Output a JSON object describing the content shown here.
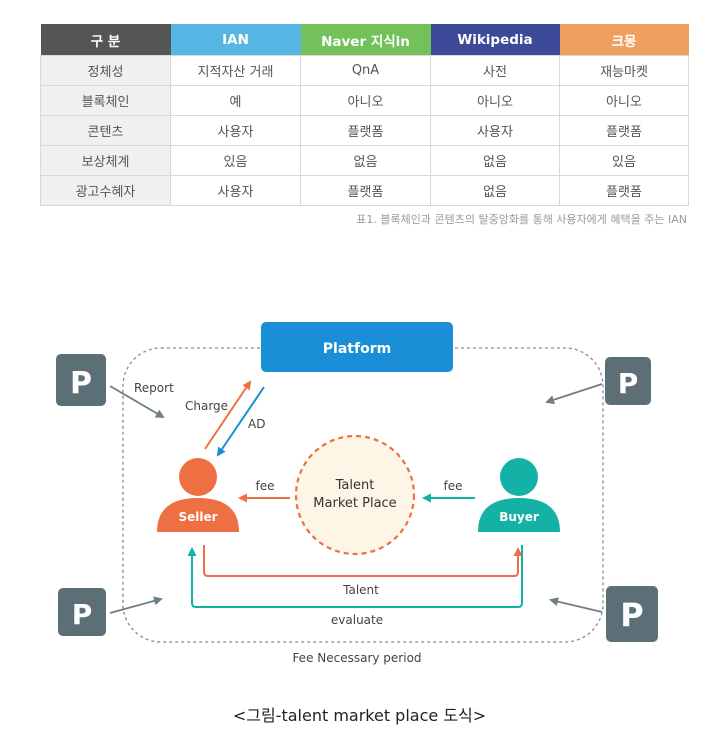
{
  "table": {
    "headers": [
      {
        "label": "구 분",
        "color": "#555555"
      },
      {
        "label": "IAN",
        "color": "#55b6e3"
      },
      {
        "label": "Naver 지식in",
        "color": "#72c15a"
      },
      {
        "label": "Wikipedia",
        "color": "#3d4a99"
      },
      {
        "label": "크몽",
        "color": "#f0a05e"
      }
    ],
    "rows": [
      [
        "정체성",
        "지적자산 거래",
        "QnA",
        "사전",
        "재능마켓"
      ],
      [
        "블록체인",
        "예",
        "아니오",
        "아니오",
        "아니오"
      ],
      [
        "콘텐츠",
        "사용자",
        "플랫폼",
        "사용자",
        "플랫폼"
      ],
      [
        "보상체계",
        "있음",
        "없음",
        "없음",
        "있음"
      ],
      [
        "광고수혜자",
        "사용자",
        "플랫폼",
        "없음",
        "플랫폼"
      ]
    ],
    "caption": "표1. 블록체인과 콘텐츠의 탈중앙화를 통해 사용자에게 혜택을 주는 IAN"
  },
  "diagram": {
    "platform": "Platform",
    "seller": "Seller",
    "buyer": "Buyer",
    "center_line1": "Talent",
    "center_line2": "Market Place",
    "report": "Report",
    "charge": "Charge",
    "ad": "AD",
    "fee_left": "fee",
    "fee_right": "fee",
    "talent": "Talent",
    "evaluate": "evaluate",
    "period": "Fee Necessary period",
    "p_label": "P",
    "colors": {
      "platform": "#1a8fd8",
      "seller": "#ee6f42",
      "buyer": "#14b1a6",
      "p_box": "#5d6f76",
      "dashed": "#8a8a8a",
      "center_fill": "#fdf5e6"
    }
  },
  "figure_title": "<그림-talent market place 도식>"
}
